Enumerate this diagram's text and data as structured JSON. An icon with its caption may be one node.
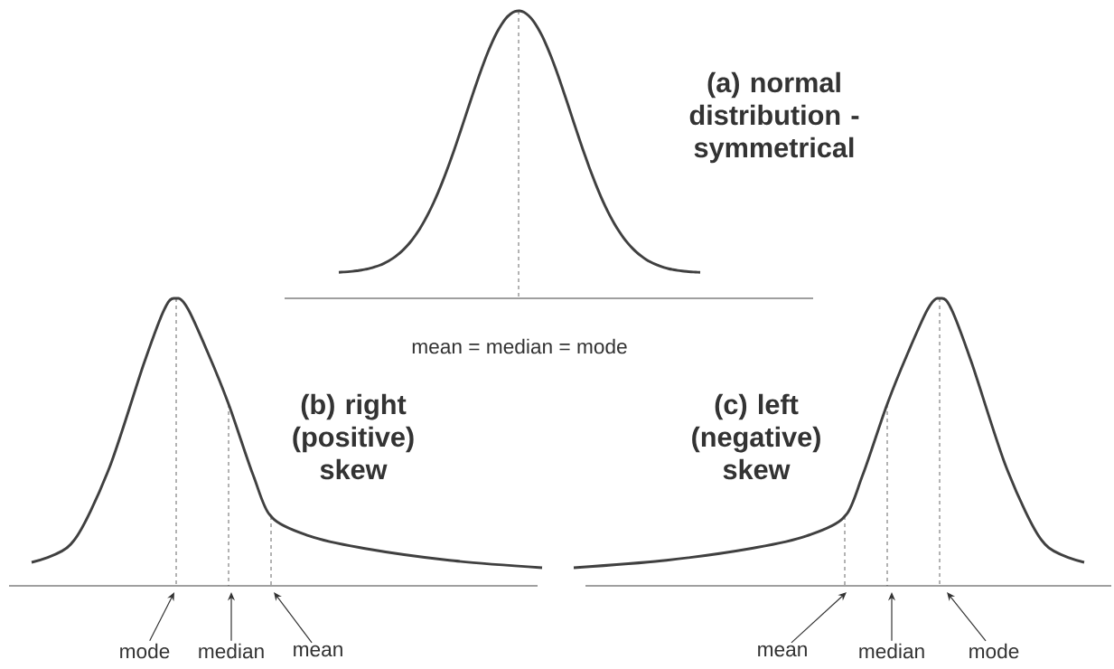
{
  "diagram": {
    "nodes": [
      {
        "text": [
          "mode"
        ]
      },
      {
        "text": [
          "median"
        ]
      },
      {
        "text": [
          "mean"
        ]
      },
      {
        "text": [
          "mean"
        ]
      },
      {
        "text": [
          "median"
        ]
      },
      {
        "text": [
          "mode"
        ]
      }
    ],
    "edges": [
      {
        "from": 0,
        "to": null,
        "arrow": "to"
      },
      {
        "from": 1,
        "to": null,
        "arrow": "to"
      },
      {
        "from": 2,
        "to": null,
        "arrow": "to"
      },
      {
        "from": 3,
        "to": null,
        "arrow": "to"
      },
      {
        "from": 4,
        "to": null,
        "arrow": "to"
      },
      {
        "from": 5,
        "to": null,
        "arrow": "to"
      }
    ],
    "labels": [
      "(a) normal distribution - symmetrical",
      "mean = median = mode",
      "(b) right (positive) skew",
      "(c) left (negative) skew"
    ]
  }
}
